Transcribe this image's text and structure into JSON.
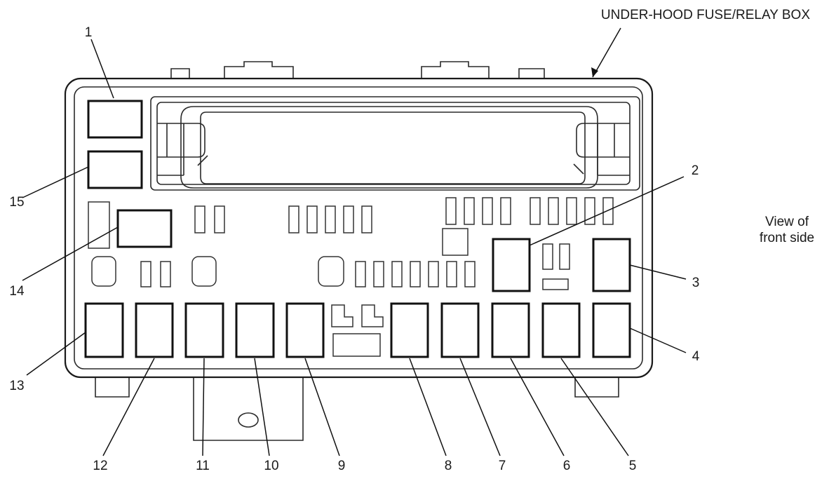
{
  "title": "UNDER-HOOD FUSE/RELAY BOX",
  "view_note": [
    "View of",
    "front side"
  ],
  "callouts": [
    {
      "id": "1",
      "label": "1"
    },
    {
      "id": "2",
      "label": "2"
    },
    {
      "id": "3",
      "label": "3"
    },
    {
      "id": "4",
      "label": "4"
    },
    {
      "id": "5",
      "label": "5"
    },
    {
      "id": "6",
      "label": "6"
    },
    {
      "id": "7",
      "label": "7"
    },
    {
      "id": "8",
      "label": "8"
    },
    {
      "id": "9",
      "label": "9"
    },
    {
      "id": "10",
      "label": "10"
    },
    {
      "id": "11",
      "label": "11"
    },
    {
      "id": "12",
      "label": "12"
    },
    {
      "id": "13",
      "label": "13"
    },
    {
      "id": "14",
      "label": "14"
    },
    {
      "id": "15",
      "label": "15"
    }
  ]
}
